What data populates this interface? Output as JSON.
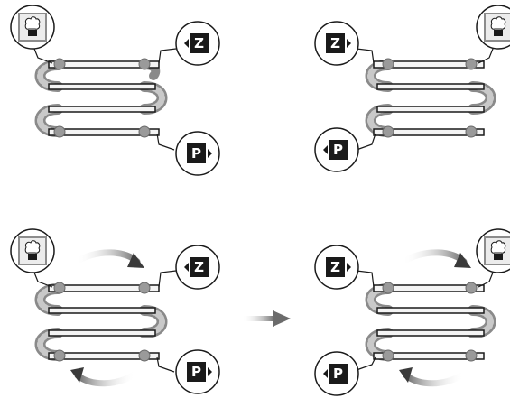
{
  "labels": {
    "z": "Z",
    "p": "P"
  },
  "colors": {
    "line": "#1a1a1a",
    "rail_fill": "#f4f4f4",
    "coil": "#a6a6a6",
    "coil_edge": "#7a7a7a",
    "box": "#1a1a1a",
    "icon_frame": "#8c8c8c",
    "icon_bg": "#ececec",
    "arrow_gray": "#8c8c8c"
  },
  "icons": {
    "thermostat": "thermostat-icon",
    "label_box": "label-box",
    "direction_arrow": "arrow-right-icon",
    "rotation": "rotate-arrow-icon"
  },
  "panels": [
    {
      "name": "top-left"
    },
    {
      "name": "top-right"
    },
    {
      "name": "bottom-left"
    },
    {
      "name": "bottom-right"
    }
  ]
}
